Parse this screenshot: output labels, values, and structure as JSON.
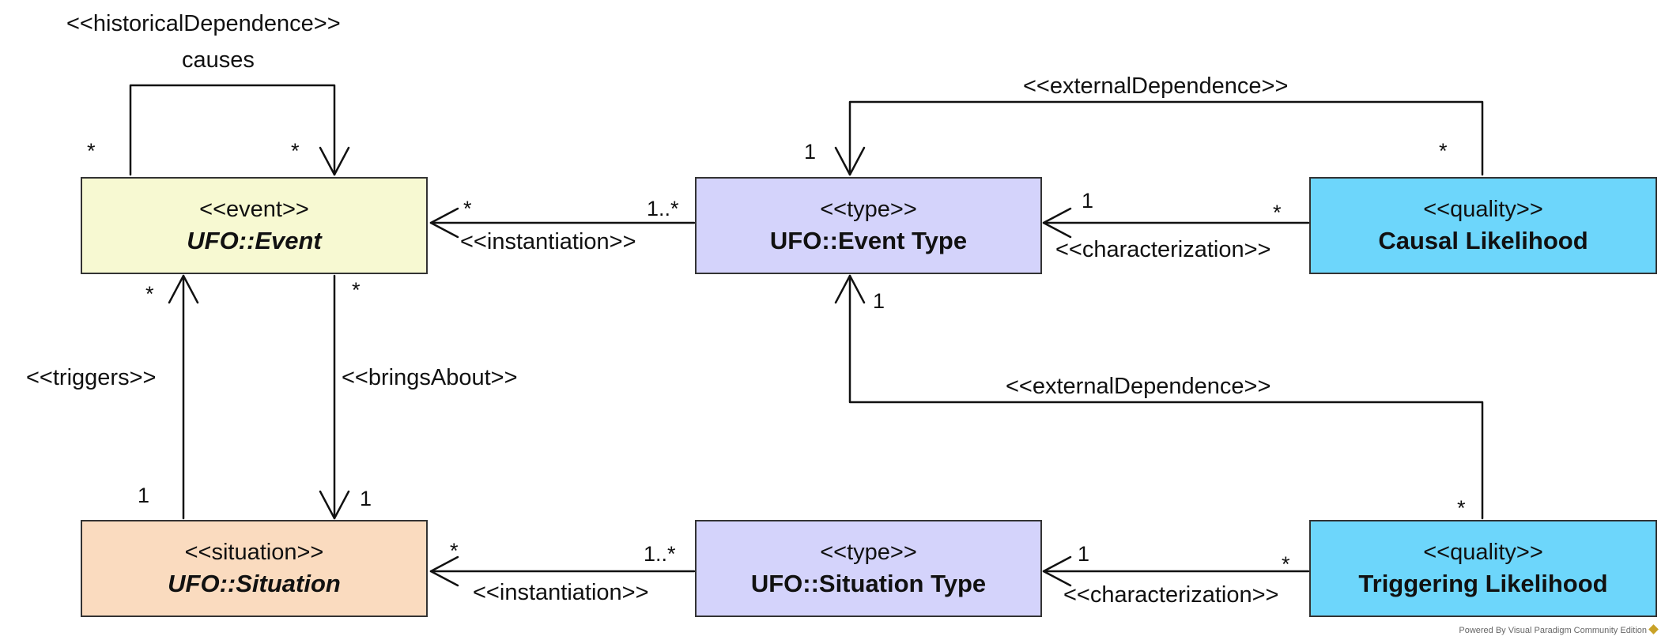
{
  "colors": {
    "event": "#f7f9d2",
    "situation": "#fadbbf",
    "type": "#d4d3fb",
    "quality": "#6dd6fb",
    "line": "#111111",
    "border": "#333333"
  },
  "classes": {
    "event": {
      "stereotype": "<<event>>",
      "name": "UFO::Event"
    },
    "situation": {
      "stereotype": "<<situation>>",
      "name": "UFO::Situation"
    },
    "event_type": {
      "stereotype": "<<type>>",
      "name": "UFO::Event Type"
    },
    "situation_type": {
      "stereotype": "<<type>>",
      "name": "UFO::Situation Type"
    },
    "causal_likelihood": {
      "stereotype": "<<quality>>",
      "name": "Causal Likelihood"
    },
    "triggering_likelihood": {
      "stereotype": "<<quality>>",
      "name": "Triggering Likelihood"
    }
  },
  "associations": {
    "causes": {
      "stereotype": "<<historicalDependence>>",
      "name": "causes",
      "source_mult": "*",
      "target_mult": "*"
    },
    "event_instantiation": {
      "label": "<<instantiation>>",
      "event_mult": "*",
      "type_mult": "1..*"
    },
    "causal_characterization": {
      "label": "<<characterization>>",
      "type_mult": "1",
      "quality_mult": "*"
    },
    "causal_external": {
      "label": "<<externalDependence>>",
      "type_mult": "1",
      "quality_mult": "*"
    },
    "triggering_external": {
      "label": "<<externalDependence>>",
      "type_mult": "1",
      "quality_mult": "*"
    },
    "triggers": {
      "label": "<<triggers>>",
      "event_mult": "*",
      "situation_mult": "1"
    },
    "brings_about": {
      "label": "<<bringsAbout>>",
      "event_mult": "*",
      "situation_mult": "1"
    },
    "situation_instantiation": {
      "label": "<<instantiation>>",
      "situation_mult": "*",
      "type_mult": "1..*"
    },
    "triggering_characterization": {
      "label": "<<characterization>>",
      "type_mult": "1",
      "quality_mult": "*"
    }
  },
  "footer": "Powered By  Visual Paradigm Community Edition"
}
